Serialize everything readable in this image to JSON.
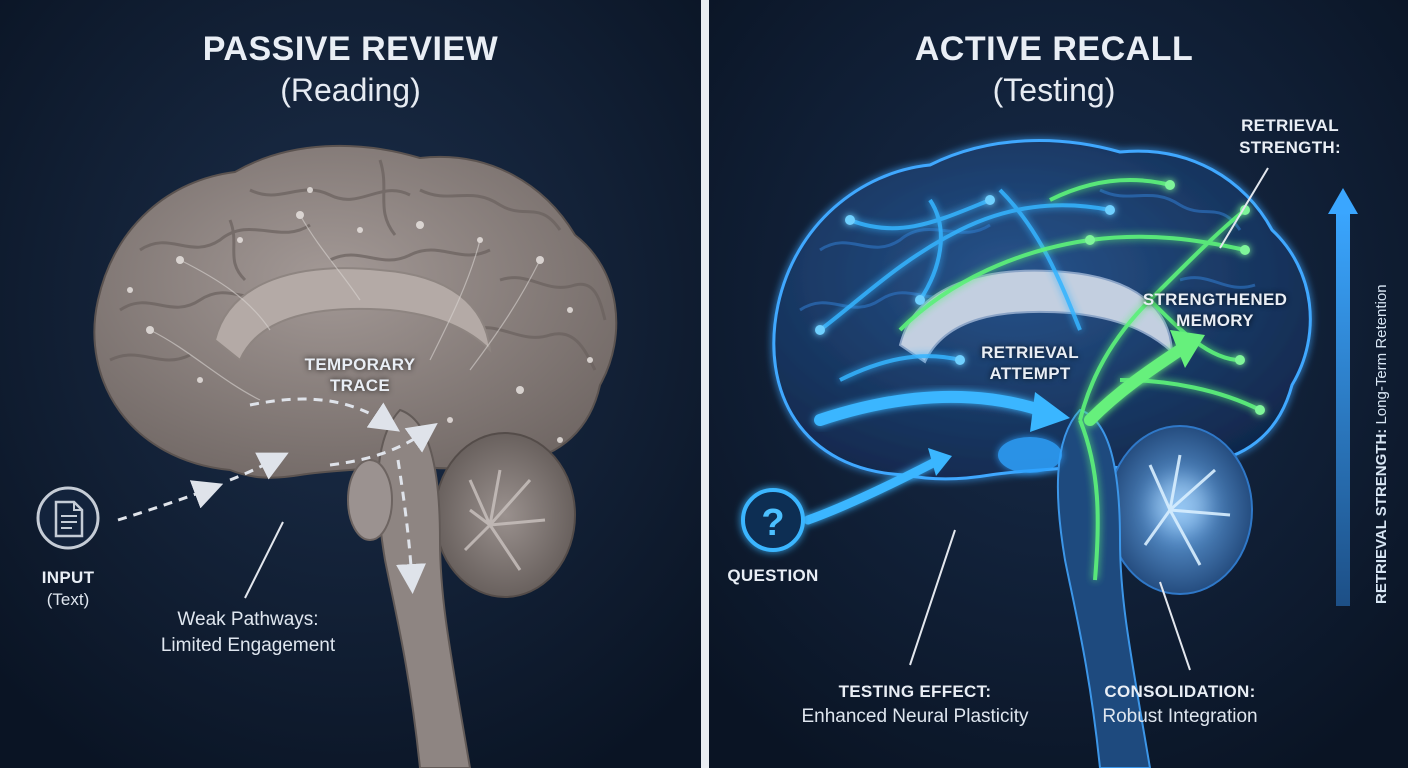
{
  "left_panel": {
    "title": "PASSIVE REVIEW",
    "subtitle": "(Reading)",
    "input_label": "INPUT",
    "input_sub": "(Text)",
    "input_icon": "document-icon",
    "trace_label_1": "TEMPORARY",
    "trace_label_2": "TRACE",
    "pathways_1": "Weak Pathways:",
    "pathways_2": "Limited Engagement"
  },
  "right_panel": {
    "title": "ACTIVE RECALL",
    "subtitle": "(Testing)",
    "question_label": "QUESTION",
    "question_icon": "question-mark-icon",
    "attempt_1": "RETRIEVAL",
    "attempt_2": "ATTEMPT",
    "strengthened_1": "STRENGTHENED",
    "strengthened_2": "MEMORY",
    "strength_1": "RETRIEVAL",
    "strength_2": "STRENGTH:",
    "axis_bold": "RETRIEVAL STRENGTH:",
    "axis_rest": " Long-Term Retention",
    "testing_effect": "TESTING EFFECT:",
    "testing_effect_sub": "Enhanced Neural Plasticity",
    "consolidation": "CONSOLIDATION:",
    "consolidation_sub": "Robust Integration"
  },
  "colors": {
    "background": "#0b1626",
    "brain_passive": "#857c79",
    "brain_active": "#1b3c6c",
    "glow_blue": "#33b6ff",
    "glow_green": "#5cf07a",
    "divider": "#e9edf2"
  }
}
